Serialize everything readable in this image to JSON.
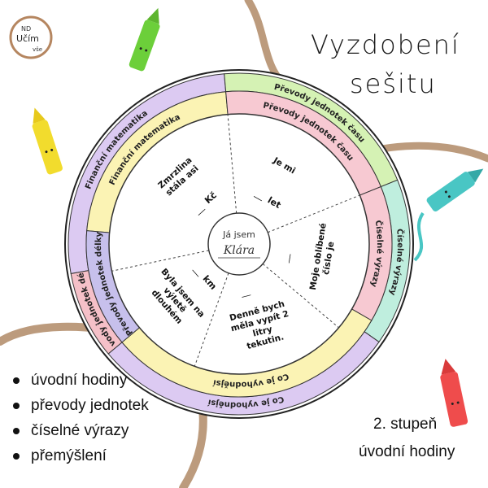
{
  "title": {
    "line1": "Vyzdobení",
    "line2": "sešitu"
  },
  "logo": {
    "text": "Učím",
    "subtext": "ND",
    "small": "vše"
  },
  "wheel": {
    "center": {
      "line1": "Já jsem",
      "name": "Klára"
    },
    "outer_ring": [
      {
        "label": "Finanční matematika",
        "color": "#dccaf2"
      },
      {
        "label": "Převody jednotek času",
        "color": "#d5f2b4"
      },
      {
        "label": "Číselné výrazy",
        "color": "#bfeede"
      },
      {
        "label": "Co je vyhodnějsí",
        "color": "#dccaf2"
      },
      {
        "label": "Převody jednotek délky",
        "color": "#f5c0c8"
      }
    ],
    "inner_ring": [
      {
        "label": "Finanční matematika",
        "color": "#fbf3b4"
      },
      {
        "label": "Převody jednotek času",
        "color": "#f7c9d2"
      },
      {
        "label": "Číselné výrazy",
        "color": "#f7c9d2"
      },
      {
        "label": "Co je vyhodnějsí",
        "color": "#fbf3b4"
      },
      {
        "label": "Převody jednotek délky",
        "color": "#c7c0ec"
      }
    ],
    "sectors": [
      {
        "text": "Zmrzlina stála asi",
        "unit": "Kč"
      },
      {
        "text": "Je mi",
        "unit": "let"
      },
      {
        "text": "Moje oblíbené číslo je",
        "unit": ""
      },
      {
        "text": "Denně bych měla vypít 2 litry tekutin.",
        "unit": ""
      },
      {
        "text": "Byla jsem na výletě dlouhém",
        "unit": "km"
      }
    ]
  },
  "bullets": [
    "úvodní hodiny",
    "převody jednotek",
    "číselné výrazy",
    "přemýšlení"
  ],
  "grade": {
    "line1": "2. stupeň",
    "line2": "úvodní hodiny"
  },
  "colors": {
    "crayon_green": "#6ccf3a",
    "crayon_yellow": "#f2dc2d",
    "crayon_teal": "#49c6c4",
    "crayon_red": "#ef4c4c",
    "stain": "#a57a52"
  }
}
